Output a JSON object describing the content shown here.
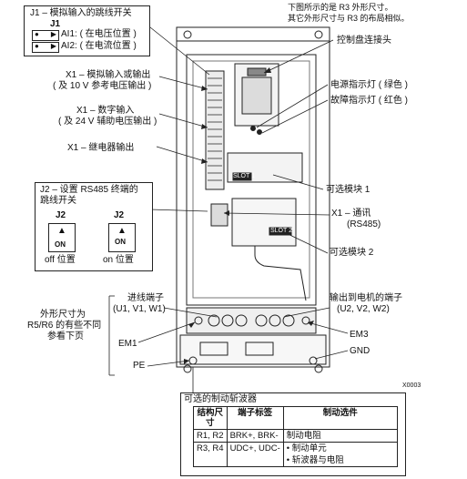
{
  "header_note": [
    "下图所示的是 R3 外形尺寸。",
    "其它外形尺寸与 R3 的布局相似。"
  ],
  "j1": {
    "title": "J1 – 模拟输入的跳线开关",
    "label": "J1",
    "ai1": "AI1: ( 在电压位置 )",
    "ai2": "AI2: ( 在电流位置 )"
  },
  "j2": {
    "title_line1": "J2 – 设置 RS485 终端的",
    "title_line2": "跳线开关",
    "left_label": "J2",
    "right_label": "J2",
    "on_text": "ON",
    "off_position": "off 位置",
    "on_position": "on 位置"
  },
  "labels": {
    "x1_analog_line1": "X1 – 模拟输入或输出",
    "x1_analog_line2": "( 及 10 V 参考电压输出 )",
    "x1_digital_line1": "X1 – 数字输入",
    "x1_digital_line2": "( 及 24 V 辅助电压输出 )",
    "x1_relay": "X1 – 继电器输出",
    "panel_connector": "控制盘连接头",
    "power_led": "电源指示灯 ( 绿色 )",
    "fault_led": "故障指示灯 ( 红色 )",
    "option_module_1": "可选模块 1",
    "x1_comm_line1": "X1 – 通讯",
    "x1_comm_line2": "(RS485)",
    "option_module_2": "可选模块 2",
    "input_terminals_line1": "进线端子",
    "input_terminals_line2": "(U1, V1, W1)",
    "motor_terminals_line1": "输出到电机的端子",
    "motor_terminals_line2": "(U2, V2, W2)",
    "frame_note_line1": "外形尺寸为",
    "frame_note_line2": "R5/R6 的有些不同",
    "frame_note_line3": "参看下页",
    "em1": "EM1",
    "em3": "EM3",
    "gnd": "GND",
    "pe": "PE",
    "fig_code": "X0003",
    "slot_code": "SLOT 1",
    "slot2_code": "SLOT 2"
  },
  "brake_table": {
    "caption": "可选的制动斩波器",
    "headers": [
      "结构尺寸",
      "端子标签",
      "制动选件"
    ],
    "rows": [
      [
        "R1, R2",
        "BRK+, BRK-",
        "制动电阻"
      ],
      [
        "R3, R4",
        "UDC+, UDC-",
        "•  制动单元"
      ],
      [
        "",
        "",
        "•  斩波器与电阻"
      ]
    ]
  }
}
